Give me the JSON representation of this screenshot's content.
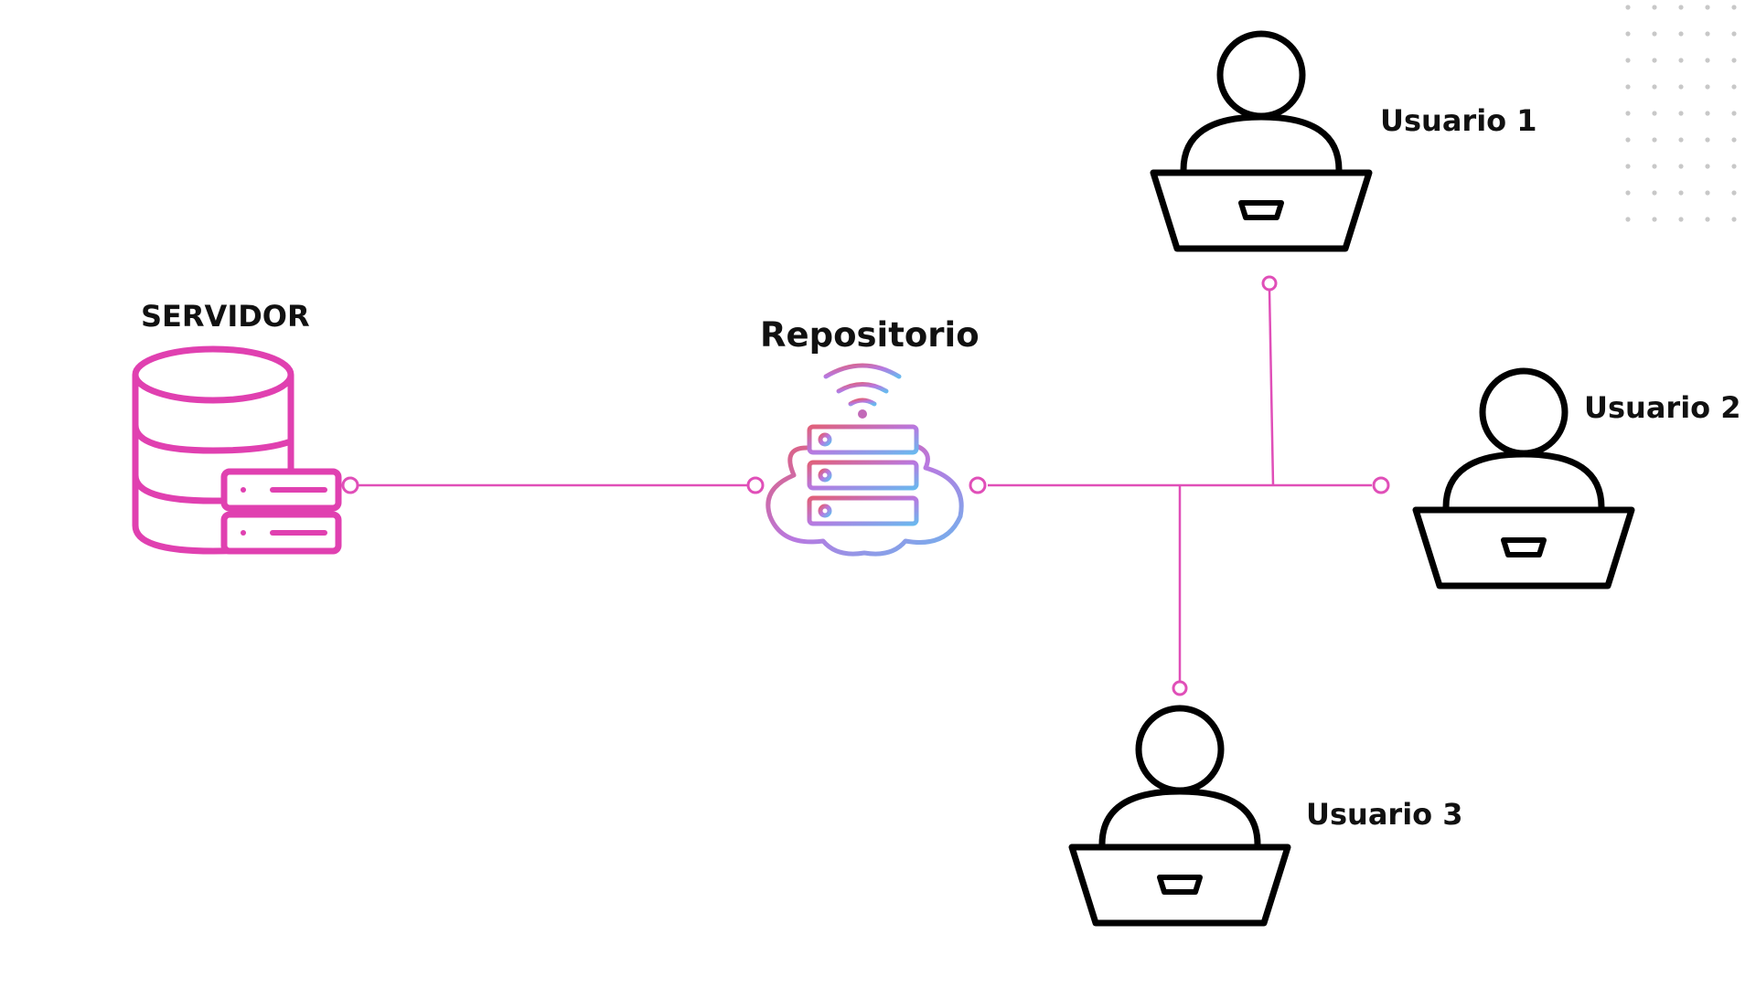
{
  "nodes": {
    "server": {
      "label": "SERVIDOR",
      "icon": "database-server-icon"
    },
    "repository": {
      "label": "Repositorio",
      "icon": "cloud-server-wifi-icon"
    },
    "user1": {
      "label": "Usuario 1",
      "icon": "user-laptop-icon"
    },
    "user2": {
      "label": "Usuario 2",
      "icon": "user-laptop-icon"
    },
    "user3": {
      "label": "Usuario 3",
      "icon": "user-laptop-icon"
    }
  },
  "colors": {
    "connector": "#e04fb8",
    "server_icon": "#e040b0",
    "user_icon": "#000000",
    "gradient_start": "#e0607a",
    "gradient_mid": "#b878e0",
    "gradient_end": "#6ab8ee",
    "dots": "#c8c8c8"
  }
}
